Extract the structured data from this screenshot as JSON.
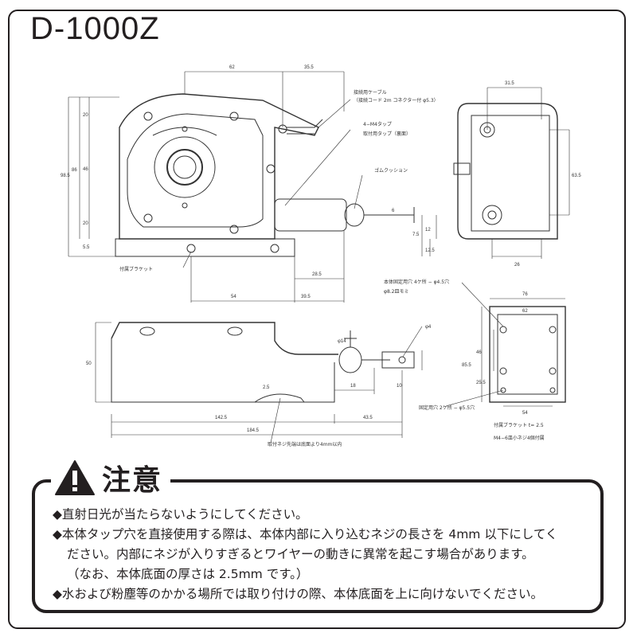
{
  "title": "D-1000Z",
  "labels": {
    "cable": "接続用ケーブル",
    "cable_sub": "（接続コード 2m コネクター付 φ5.3）",
    "tap_m4": "4−M4タップ",
    "tap_mount": "取付用タップ（裏面）",
    "rubber": "ゴムクッション",
    "bracket": "付属ブラケット",
    "body_holes": "本体固定用穴 4ケ所 − φ4.5穴",
    "body_holes_sub": "φ8.2皿モミ",
    "fix_holes": "固定用穴 2ケ所 − φ5.5穴",
    "bracket_thk": "付属ブラケット t= 2.5",
    "screws": "M4−6皿小ネジ4個付属",
    "screw_note": "取付ネジ先端は底面より4mm以内"
  },
  "dims": {
    "d62": "62",
    "d35_5": "35.5",
    "d98_5": "98.5",
    "d86": "86",
    "d20a": "20",
    "d46a": "46",
    "d20b": "20",
    "d5_5": "5.5",
    "d6": "6",
    "d7_5": "7.5",
    "d12": "12",
    "d12_5": "12.5",
    "d28_5": "28.5",
    "d54": "54",
    "d39_5": "39.5",
    "s31_5": "31.5",
    "s63_5": "63.5",
    "s26": "26",
    "b76": "76",
    "b62": "62",
    "b46": "46",
    "b85_5": "85.5",
    "b25_5": "25.5",
    "b54": "54",
    "f14": "φ14",
    "f4": "φ4",
    "f50": "50",
    "f18": "18",
    "f10": "10",
    "f2_5": "2.5",
    "f142_5": "142.5",
    "f43_5": "43.5",
    "f184_5": "184.5"
  },
  "caution": {
    "heading": "注意",
    "lines": [
      "◆直射日光が当たらないようにしてください。",
      "◆本体タップ穴を直接使用する際は、本体内部に入り込むネジの長さを 4mm 以下にしてく",
      "ださい。内部にネジが入りすぎるとワイヤーの動きに異常を起こす場合があります。",
      "（なお、本体底面の厚さは 2.5mm です。）",
      "◆水および粉塵等のかかる場所では取り付けの際、本体底面を上に向けないでください。"
    ]
  }
}
